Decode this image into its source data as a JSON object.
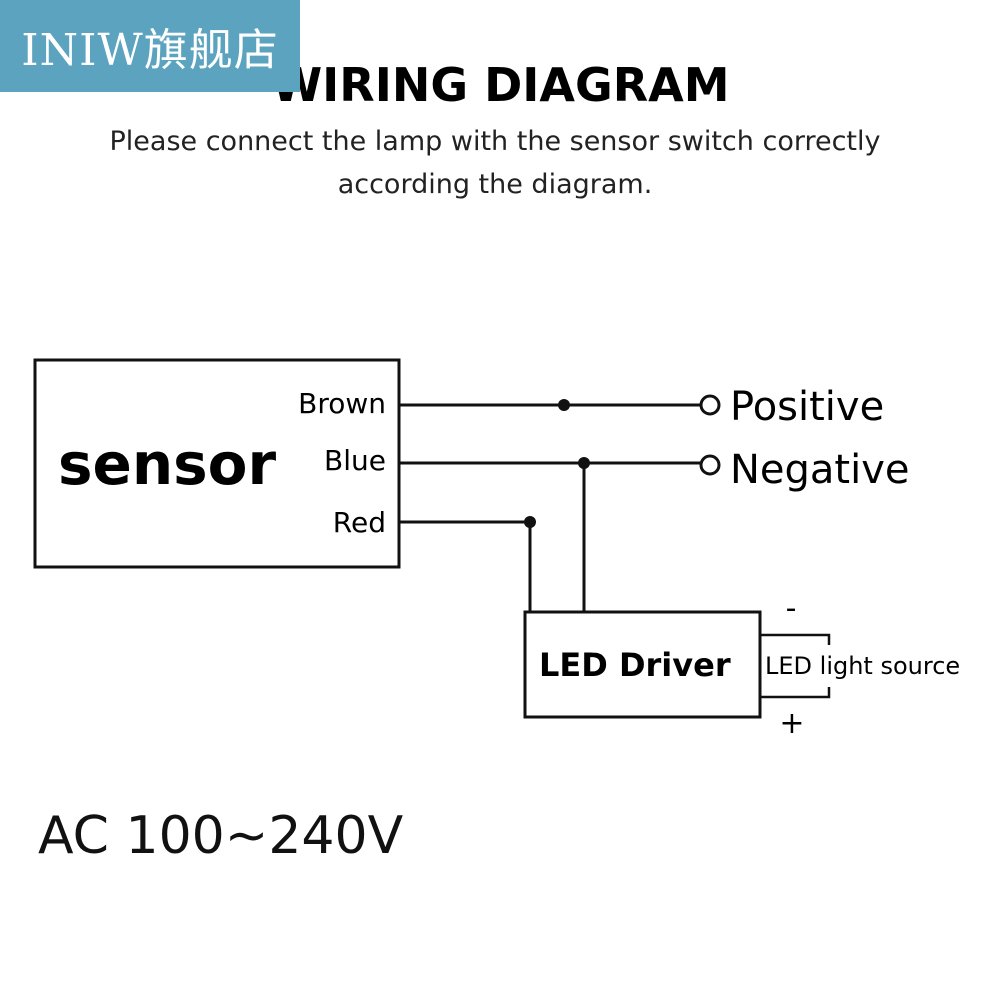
{
  "watermark": {
    "text": "INIW旗舰店"
  },
  "header": {
    "title": "WIRING DIAGRAM",
    "subtitle_line1": "Please connect the lamp with the sensor switch correctly",
    "subtitle_line2": "according the diagram."
  },
  "sensor": {
    "label": "sensor",
    "wires": {
      "brown": "Brown",
      "blue": "Blue",
      "red": "Red"
    }
  },
  "terminals": {
    "positive": "Positive",
    "negative": "Negative"
  },
  "driver": {
    "label": "LED Driver",
    "output_label": "LED light source",
    "minus_sign": "-",
    "plus_sign": "+"
  },
  "supply": {
    "voltage": "AC 100~240V"
  },
  "colors": {
    "badge": "#5ba3bf",
    "line": "#111111"
  }
}
